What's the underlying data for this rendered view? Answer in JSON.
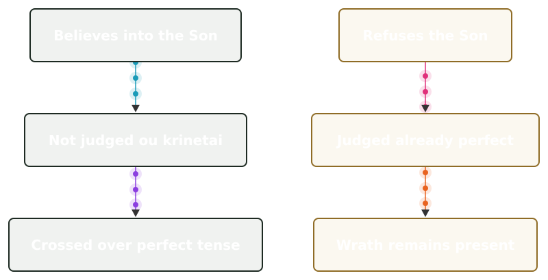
{
  "diagram": {
    "left_chain": [
      {
        "label": "Believes into the Son"
      },
      {
        "label": "Not judged ou krinetai"
      },
      {
        "label": "Crossed over perfect tense"
      }
    ],
    "right_chain": [
      {
        "label": "Refuses the Son"
      },
      {
        "label": "Judged already perfect"
      },
      {
        "label": "Wrath remains present"
      }
    ]
  },
  "colors": {
    "left_fill": "#f0f2f0",
    "left_border": "#1d2a22",
    "right_fill": "#fbf8f0",
    "right_border": "#8f6c26",
    "edge_left_top": "#1a9bb8",
    "edge_left_bottom": "#8b3ee0",
    "edge_right_top": "#e0307a",
    "edge_right_bottom": "#e8631f",
    "arrowhead": "#333333",
    "node_text": "#ffffff"
  }
}
